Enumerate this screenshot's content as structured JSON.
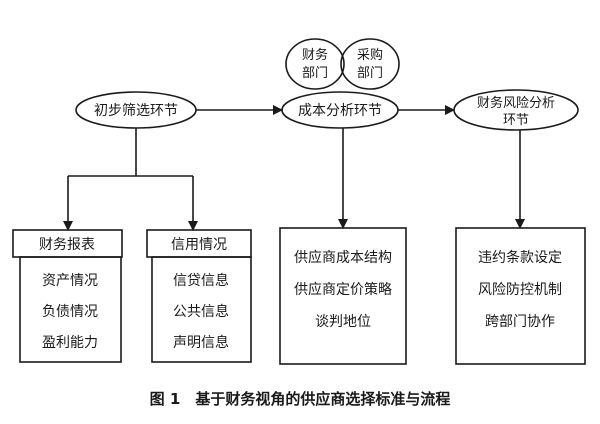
{
  "nodes": {
    "finance_dept": [
      "财务",
      "部门"
    ],
    "purchase_dept": [
      "采购",
      "部门"
    ],
    "initial_screening": [
      "初步筛选环节"
    ],
    "cost_analysis": [
      "成本分析环节"
    ],
    "financial_risk": [
      "财务风险分析",
      "环节"
    ]
  },
  "boxes": {
    "financial_statements": {
      "header": "财务报表",
      "items": [
        "资产情况",
        "负债情况",
        "盈利能力"
      ]
    },
    "credit_status": {
      "header": "信用情况",
      "items": [
        "信贷信息",
        "公共信息",
        "声明信息"
      ]
    },
    "cost_factors": {
      "items": [
        "供应商成本结构",
        "供应商定价策略",
        "谈判地位"
      ]
    },
    "risk_factors": {
      "items": [
        "违约条款设定",
        "风险防控机制",
        "跨部门协作"
      ]
    }
  },
  "caption": "图 1　基于财务视角的供应商选择标准与流程"
}
